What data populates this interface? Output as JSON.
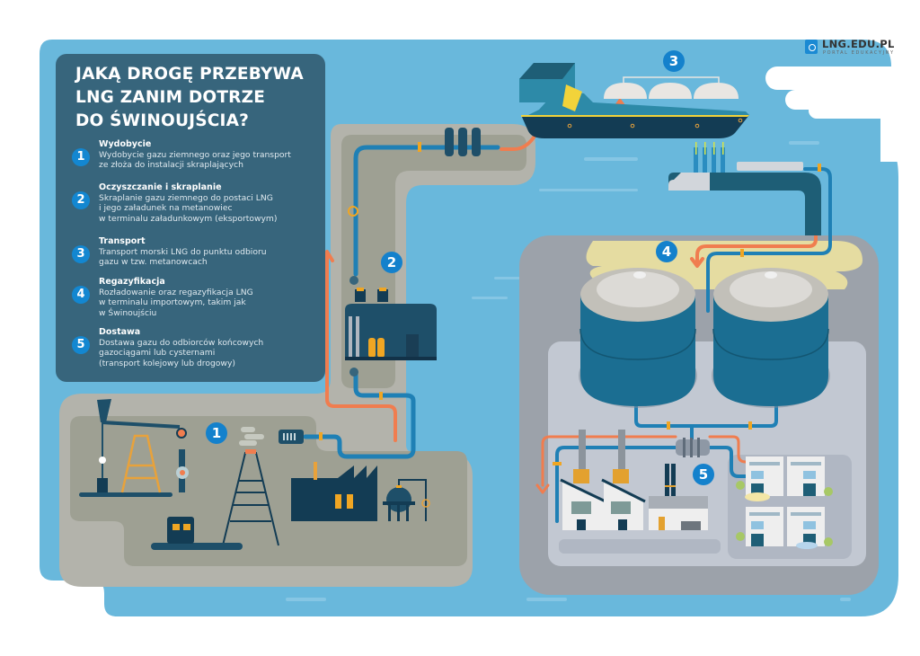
{
  "logo": {
    "name": "LNG.EDU.PL",
    "subtitle": "PORTAL EDUKACYJNY"
  },
  "panel": {
    "title": "JAKĄ DROGĘ PRZEBYWA\nLNG ZANIM DOTRZE\nDO ŚWINOUJŚCIA?",
    "steps": [
      {
        "number": "1",
        "name": "Wydobycie",
        "description": "Wydobycie gazu ziemnego oraz jego transport\nze złoża do instalacji skraplających"
      },
      {
        "number": "2",
        "name": "Oczyszczanie i skraplanie",
        "description": "Skraplanie gazu ziemnego do postaci LNG\ni jego załadunek na metanowiec\nw terminalu załadunkowym (eksportowym)"
      },
      {
        "number": "3",
        "name": "Transport",
        "description": "Transport morski LNG do punktu odbioru\ngazu w tzw. metanowcach"
      },
      {
        "number": "4",
        "name": "Regazyfikacja",
        "description": "Rozładowanie oraz regazyfikacja LNG\nw terminalu importowym, takim jak\nw Świnoujściu"
      },
      {
        "number": "5",
        "name": "Dostawa",
        "description": "Dostawa gazu do odbiorców końcowych\ngazociągami lub cysternami\n(transport kolejowy lub drogowy)"
      }
    ]
  },
  "map_badges": [
    "1",
    "2",
    "3",
    "4",
    "5"
  ],
  "colors": {
    "water": "#69b8dc",
    "land_outer": "#b3b3ab",
    "land_inner": "#9ea093",
    "terminal_outer": "#9ca2aa",
    "terminal_inner": "#c2c8d2",
    "panel": "#37657c",
    "badge": "#1481cc",
    "pipe_gas": "#1f80b5",
    "pipe_lng": "#f07d4f",
    "accent_yellow": "#f0a623",
    "dark_navy": "#133c54"
  }
}
